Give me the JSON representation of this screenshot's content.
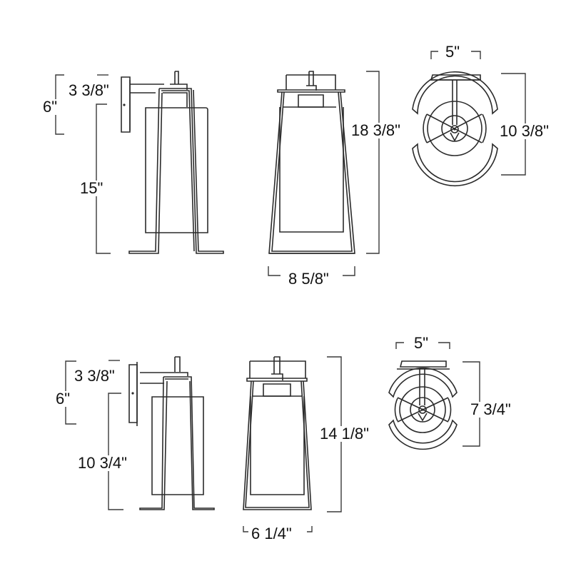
{
  "diagram": {
    "type": "dimension drawing",
    "subject": "outdoor wall lantern, two sizes",
    "line_color": "#2b2b2b",
    "background": "#ffffff",
    "large": {
      "side_view": {
        "backplate_height": "6\"",
        "extension": "3 3/8\"",
        "below_mount": "15\""
      },
      "front_view": {
        "height": "18 3/8\"",
        "width": "8 5/8\""
      },
      "top_view": {
        "backplate_width": "5\"",
        "depth": "10 3/8\""
      }
    },
    "small": {
      "side_view": {
        "backplate_height": "6\"",
        "extension": "3 3/8\"",
        "below_mount": "10 3/4\""
      },
      "front_view": {
        "height": "14 1/8\"",
        "width": "6 1/4\""
      },
      "top_view": {
        "backplate_width": "5\"",
        "depth": "7 3/4\""
      }
    }
  }
}
